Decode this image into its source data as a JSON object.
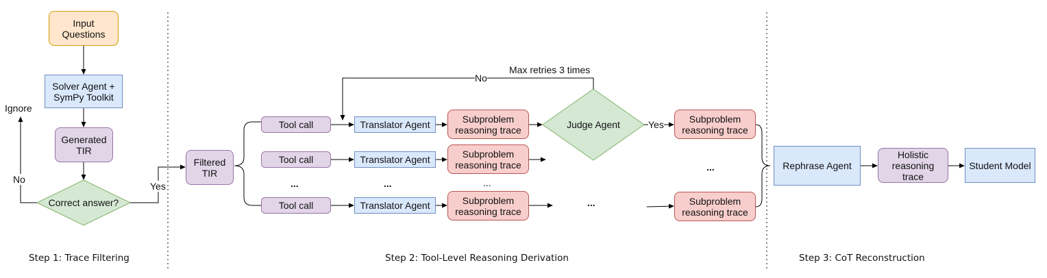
{
  "nodes": {
    "input_questions": "Input\nQuestions",
    "solver_agent": "Solver Agent +\nSymPy Toolkit",
    "generated_tir": "Generated\nTIR",
    "correct_answer": "Correct answer?",
    "filtered_tir": "Filtered\nTIR",
    "tool_call": "Tool call",
    "translator_agent": "Translator Agent",
    "subproblem_trace": "Subproblem\nreasoning trace",
    "judge_agent": "Judge Agent",
    "rephrase_agent": "Rephrase Agent",
    "holistic_trace": "Holistic\nreasoning\ntrace",
    "student_model": "Student Model"
  },
  "edge_labels": {
    "ignore": "Ignore",
    "no": "No",
    "yes": "Yes",
    "max_retries": "Max retries 3 times"
  },
  "ellipsis": "...",
  "ellipsis_light": "...",
  "steps": {
    "step1": "Step 1: Trace Filtering",
    "step2": "Step 2: Tool-Level Reasoning Derivation",
    "step3": "Step 3: CoT Reconstruction"
  },
  "colors": {
    "orange_fill": "#ffe6cc",
    "blue_fill": "#dae8fc",
    "purple_fill": "#e1d5e7",
    "red_fill": "#f8cecc",
    "green_fill": "#d5e8d4"
  }
}
